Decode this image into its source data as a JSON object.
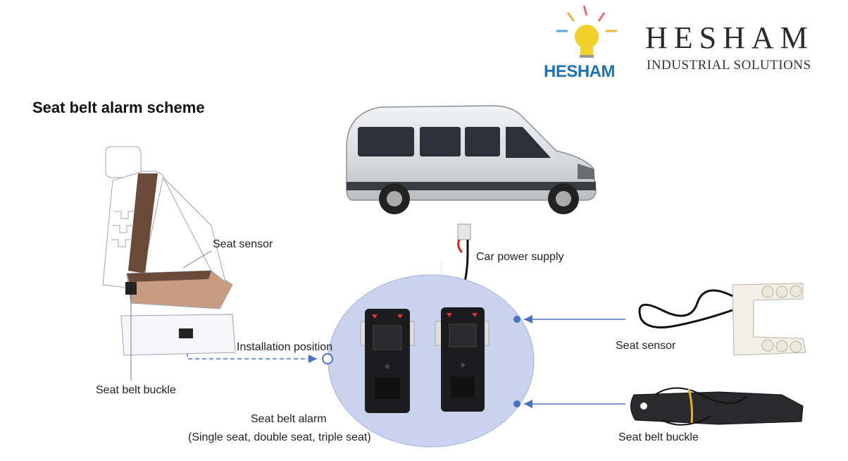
{
  "logo": {
    "brand_main": "HESHAM",
    "brand_sub": "INDUSTRIAL SOLUTIONS",
    "brand_word": "HESHAM"
  },
  "diagram": {
    "title": "Seat belt alarm scheme",
    "labels": {
      "seat_sensor_left": "Seat sensor",
      "seat_belt_buckle_left": "Seat belt buckle",
      "installation_position": "Installation position",
      "car_power_supply": "Car power supply",
      "seat_belt_alarm": "Seat belt alarm",
      "seat_belt_alarm_note": "(Single seat, double seat, triple seat)",
      "seat_sensor_right": "Seat sensor",
      "seat_belt_buckle_right": "Seat belt buckle"
    }
  },
  "colors": {
    "circle_fill": "#c9d3ee",
    "arrow_blue": "#4a72c4",
    "brown": "#6b4a3a",
    "logo_blue": "#1e73b8",
    "bulb_yellow": "#f2d02a"
  }
}
